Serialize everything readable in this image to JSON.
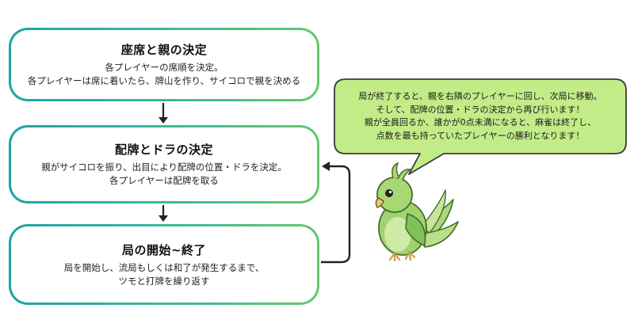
{
  "steps": [
    {
      "title": "座席と親の決定",
      "lines": [
        "各プレイヤーの席順を決定。",
        "各プレイヤーは席に着いたら、牌山を作り、サイコロで親を決める"
      ]
    },
    {
      "title": "配牌とドラの決定",
      "lines": [
        "親がサイコロを振り、出目により配牌の位置・ドラを決定。",
        "各プレイヤーは配牌を取る"
      ]
    },
    {
      "title": "局の開始~終了",
      "lines": [
        "局を開始し、流局もしくは和了が発生するまで、",
        "ツモと打牌を繰り返す"
      ]
    }
  ],
  "speech_bubble": {
    "lines": [
      "局が終了すると、親を右隣のプレイヤーに回し、次局に移動。",
      "そして、配牌の位置・ドラの決定から再び行います！",
      "親が全員回るか、誰かが0点未満になると、麻雀は終了し、",
      "点数を最も持っていたプレイヤーの勝利となります！"
    ]
  },
  "colors": {
    "box_border_start": "#1fa3a6",
    "box_border_end": "#63c96b",
    "bubble_fill": "#c2ec88",
    "bubble_stroke": "#3a3a3a",
    "arrow": "#222222",
    "bird_body": "#9fd36f",
    "bird_wing": "#7fc25a",
    "bird_beak": "#f0c86a"
  },
  "icons": {
    "mascot": "green-parrot-icon"
  }
}
